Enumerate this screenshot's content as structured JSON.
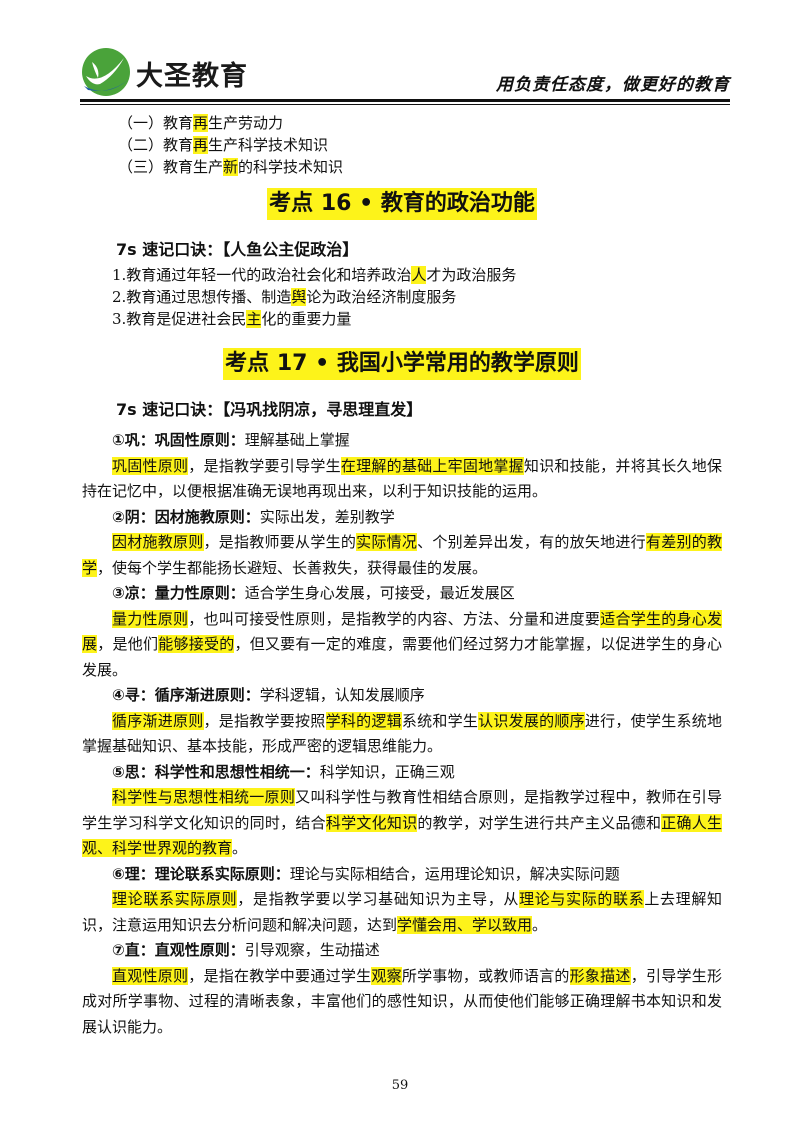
{
  "header": {
    "brand": "大圣教育",
    "slogan": "用负责任态度，做更好的教育"
  },
  "intro_items": [
    {
      "pre": "（一）教育",
      "hl": "再",
      "post": "生产劳动力"
    },
    {
      "pre": "（二）教育",
      "hl": "再",
      "post": "生产科学技术知识"
    },
    {
      "pre": "（三）教育生产",
      "hl": "新",
      "post": "的科学技术知识"
    }
  ],
  "section16": {
    "heading": "考点 16 • 教育的政治功能",
    "mnemonic": "7s 速记口诀：【人鱼公主促政治】",
    "items": [
      {
        "pre": "1.教育通过年轻一代的政治社会化和培养政治",
        "hl": "人",
        "post": "才为政治服务"
      },
      {
        "pre": "2.教育通过思想传播、制造",
        "hl": "舆",
        "post": "论为政治经济制度服务"
      },
      {
        "pre": "3.教育是促进社会民",
        "hl": "主",
        "post": "化的重要力量"
      }
    ]
  },
  "section17": {
    "heading": "考点 17 • 我国小学常用的教学原则",
    "mnemonic": "7s 速记口诀：【冯巩找阴凉，寻思理直发】",
    "principles": [
      {
        "title": "①巩：巩固性原则：",
        "title_note": "理解基础上掌握",
        "body": [
          {
            "t": "巩固性原则",
            "h": true
          },
          {
            "t": "，是指教学要引导学生",
            "h": false
          },
          {
            "t": "在理解的基础上牢固地掌握",
            "h": true
          },
          {
            "t": "知识和技能，并将其长久地保持在记忆中，以便根据准确无误地再现出来，以利于知识技能的运用。",
            "h": false
          }
        ]
      },
      {
        "title": "②阴：因材施教原则：",
        "title_note": "实际出发，差别教学",
        "body": [
          {
            "t": "因材施教原则",
            "h": true
          },
          {
            "t": "，是指教师要从学生的",
            "h": false
          },
          {
            "t": "实际情况",
            "h": true
          },
          {
            "t": "、个别差异出发，有的放矢地进行",
            "h": false
          },
          {
            "t": "有差别的教学",
            "h": true
          },
          {
            "t": "，使每个学生都能扬长避短、长善救失，获得最佳的发展。",
            "h": false
          }
        ]
      },
      {
        "title": "③凉：量力性原则：",
        "title_note": "适合学生身心发展，可接受，最近发展区",
        "body": [
          {
            "t": "量力性原则",
            "h": true
          },
          {
            "t": "，也叫可接受性原则，是指教学的内容、方法、分量和进度要",
            "h": false
          },
          {
            "t": "适合学生的身心发展",
            "h": true
          },
          {
            "t": "，是他们",
            "h": false
          },
          {
            "t": "能够接受的",
            "h": true
          },
          {
            "t": "，但又要有一定的难度，需要他们经过努力才能掌握，以促进学生的身心发展。",
            "h": false
          }
        ]
      },
      {
        "title": "④寻：循序渐进原则：",
        "title_note": "学科逻辑，认知发展顺序",
        "body": [
          {
            "t": "循序渐进原则",
            "h": true
          },
          {
            "t": "，是指教学要按照",
            "h": false
          },
          {
            "t": "学科的逻辑",
            "h": true
          },
          {
            "t": "系统和学生",
            "h": false
          },
          {
            "t": "认识发展的顺序",
            "h": true
          },
          {
            "t": "进行，使学生系统地掌握基础知识、基本技能，形成严密的逻辑思维能力。",
            "h": false
          }
        ]
      },
      {
        "title": "⑤思：科学性和思想性相统一：",
        "title_note": "科学知识，正确三观",
        "body": [
          {
            "t": "科学性与思想性相统一原则",
            "h": true
          },
          {
            "t": "又叫科学性与教育性相结合原则，是指教学过程中，教师在引导学生学习科学文化知识的同时，结合",
            "h": false
          },
          {
            "t": "科学文化知识",
            "h": true
          },
          {
            "t": "的教学，对学生进行共产主义品德和",
            "h": false
          },
          {
            "t": "正确人生观、科学世界观的教育",
            "h": true
          },
          {
            "t": "。",
            "h": false
          }
        ]
      },
      {
        "title": "⑥理：理论联系实际原则：",
        "title_note": "理论与实际相结合，运用理论知识，解决实际问题",
        "body": [
          {
            "t": "理论联系实际原则",
            "h": true
          },
          {
            "t": "，是指教学要以学习基础知识为主导，从",
            "h": false
          },
          {
            "t": "理论与实际的联系",
            "h": true
          },
          {
            "t": "上去理解知识，注意运用知识去分析问题和解决问题，达到",
            "h": false
          },
          {
            "t": "学懂会用、学以致用",
            "h": true
          },
          {
            "t": "。",
            "h": false
          }
        ]
      },
      {
        "title": "⑦直：直观性原则：",
        "title_note": "引导观察，生动描述",
        "body": [
          {
            "t": "直观性原则",
            "h": true
          },
          {
            "t": "，是指在教学中要通过学生",
            "h": false
          },
          {
            "t": "观察",
            "h": true
          },
          {
            "t": "所学事物，或教师语言的",
            "h": false
          },
          {
            "t": "形象描述",
            "h": true
          },
          {
            "t": "，引导学生形成对所学事物、过程的清晰表象，丰富他们的感性知识，从而使他们能够正确理解书本知识和发展认识能力。",
            "h": false
          }
        ]
      }
    ]
  },
  "footer": {
    "page_number": "59"
  }
}
